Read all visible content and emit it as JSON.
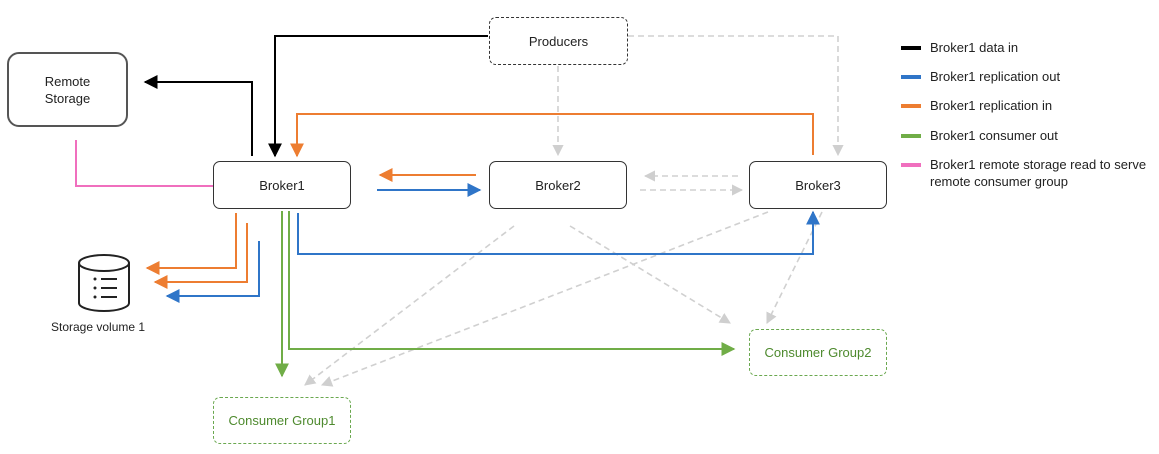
{
  "nodes": {
    "producers": "Producers",
    "remote_storage": "Remote\nStorage",
    "broker1": "Broker1",
    "broker2": "Broker2",
    "broker3": "Broker3",
    "storage_volume": "Storage volume 1",
    "consumer_group1": "Consumer Group1",
    "consumer_group2": "Consumer Group2"
  },
  "legend": [
    {
      "label": "Broker1 data in",
      "color": "#000000"
    },
    {
      "label": "Broker1 replication out",
      "color": "#2f75c8"
    },
    {
      "label": "Broker1 replication in",
      "color": "#ed7d31"
    },
    {
      "label": "Broker1 consumer out",
      "color": "#70ad47"
    },
    {
      "label": "Broker1 remote storage read to serve remote consumer group",
      "color": "#f06fbe"
    }
  ],
  "colors": {
    "data_in": "#000000",
    "replication_out": "#2f75c8",
    "replication_in": "#ed7d31",
    "consumer_out": "#70ad47",
    "remote_read": "#f06fbe",
    "other_traffic": "#d0d0d0"
  }
}
